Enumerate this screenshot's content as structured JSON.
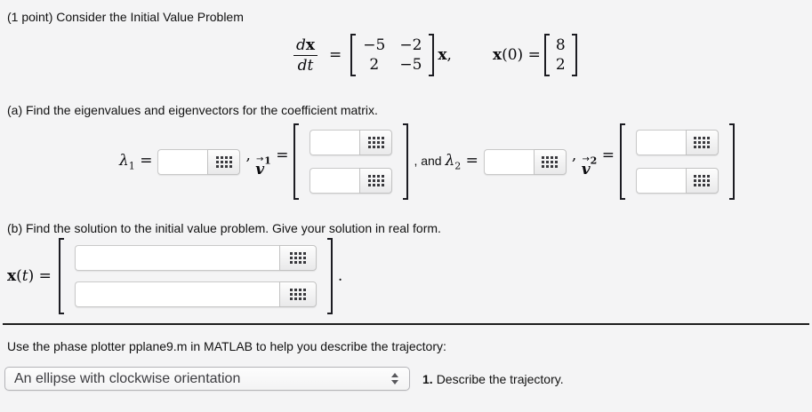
{
  "intro": "(1 point) Consider the Initial Value Problem",
  "equation": {
    "frac": {
      "num_d": "d",
      "num_x": "x",
      "den": "dt"
    },
    "equals": "=",
    "coefficient_matrix": {
      "r1c1": "−5",
      "r1c2": "−2",
      "r2c1": "2",
      "r2c2": "−5"
    },
    "x_suffix": {
      "x": "x",
      "comma": ","
    },
    "initial_condition": {
      "x": "x",
      "arg": "(0)",
      "equals": "=",
      "v_top": "8",
      "v_bottom": "2"
    }
  },
  "part_a": {
    "prompt": "(a) Find the eigenvalues and eigenvectors for the coefficient matrix.",
    "lambda_symbol": "λ",
    "v_symbol": "v",
    "vector_arrow": "→",
    "sub1": "1",
    "sub2": "2",
    "equals": "=",
    "comma": ",",
    "and_word": ", and"
  },
  "part_b": {
    "prompt": "(b) Find the solution to the initial value problem. Give your solution in real form.",
    "label": {
      "x": "x",
      "open": "(",
      "t": "t",
      "close": ")",
      "equals": "="
    },
    "period": "."
  },
  "phase": {
    "note": "Use the phase plotter pplane9.m in MATLAB to help you describe the trajectory:",
    "select_value": "An ellipse with clockwise orientation",
    "question_number": "1.",
    "question_text": "Describe the trajectory."
  },
  "inputs": {
    "empty_value": ""
  },
  "icons": {
    "keypad": "grid-of-12-squares",
    "select_stepper": "up-down-arrows"
  },
  "colors": {
    "page_bg": "#f4f4f5",
    "rule_dark": "#1e1e1e",
    "input_border": "#c9c9c9",
    "icon_dots": "#39393d"
  }
}
